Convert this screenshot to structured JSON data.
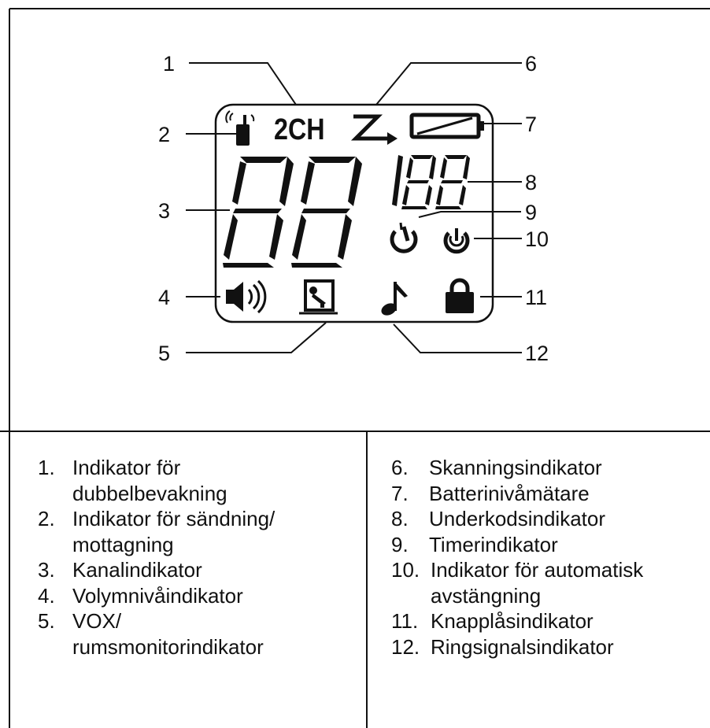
{
  "callouts": [
    "1",
    "2",
    "3",
    "4",
    "5",
    "6",
    "7",
    "8",
    "9",
    "10",
    "11",
    "12"
  ],
  "display": {
    "channel_text": "2CH",
    "main_digits": "88",
    "sub_digits": "188"
  },
  "legend": {
    "left": [
      {
        "num": "1.",
        "lines": [
          "Indikator för",
          "dubbelbevakning"
        ]
      },
      {
        "num": "2.",
        "lines": [
          "Indikator för sändning/",
          "mottagning"
        ]
      },
      {
        "num": "3.",
        "lines": [
          "Kanalindikator"
        ]
      },
      {
        "num": "4.",
        "lines": [
          "Volymnivåindikator"
        ]
      },
      {
        "num": "5.",
        "lines": [
          "VOX/",
          "rumsmonitorindikator"
        ]
      }
    ],
    "right": [
      {
        "num": "6.",
        "lines": [
          "Skanningsindikator"
        ]
      },
      {
        "num": "7.",
        "lines": [
          "Batterinivåmätare"
        ]
      },
      {
        "num": "8.",
        "lines": [
          "Underkodsindikator"
        ]
      },
      {
        "num": "9.",
        "lines": [
          "Timerindikator"
        ]
      },
      {
        "num": "10.",
        "lines": [
          "Indikator för automatisk",
          "avstängning"
        ]
      },
      {
        "num": "11.",
        "lines": [
          "Knapplåsindikator"
        ]
      },
      {
        "num": "12.",
        "lines": [
          "Ringsignalsindikator"
        ]
      }
    ]
  },
  "colors": {
    "ink": "#111111",
    "background": "#ffffff"
  }
}
